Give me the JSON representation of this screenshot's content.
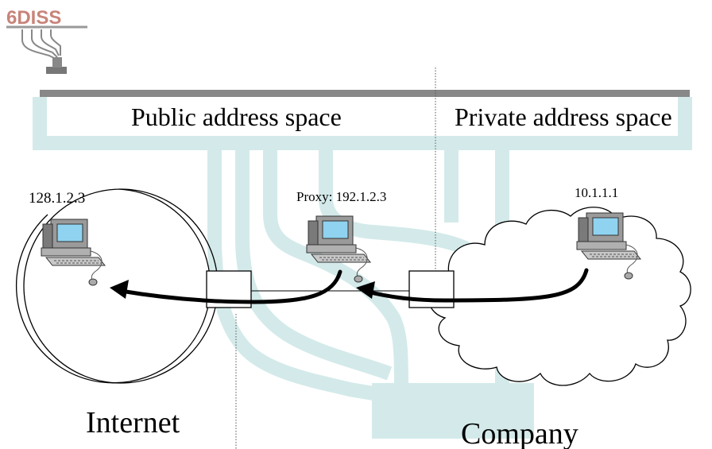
{
  "logo": {
    "text": "6DISS",
    "color": "#c8847a"
  },
  "regions": {
    "public_label": "Public address space",
    "private_label": "Private address space"
  },
  "hosts": {
    "internet_host": "128.1.2.3",
    "proxy": "Proxy: 192.1.2.3",
    "company_host": "10.1.1.1"
  },
  "zones": {
    "internet": "Internet",
    "company": "Company"
  },
  "colors": {
    "pipe": "#d4eaea",
    "bar": "#888888",
    "arrow": "#000000"
  }
}
